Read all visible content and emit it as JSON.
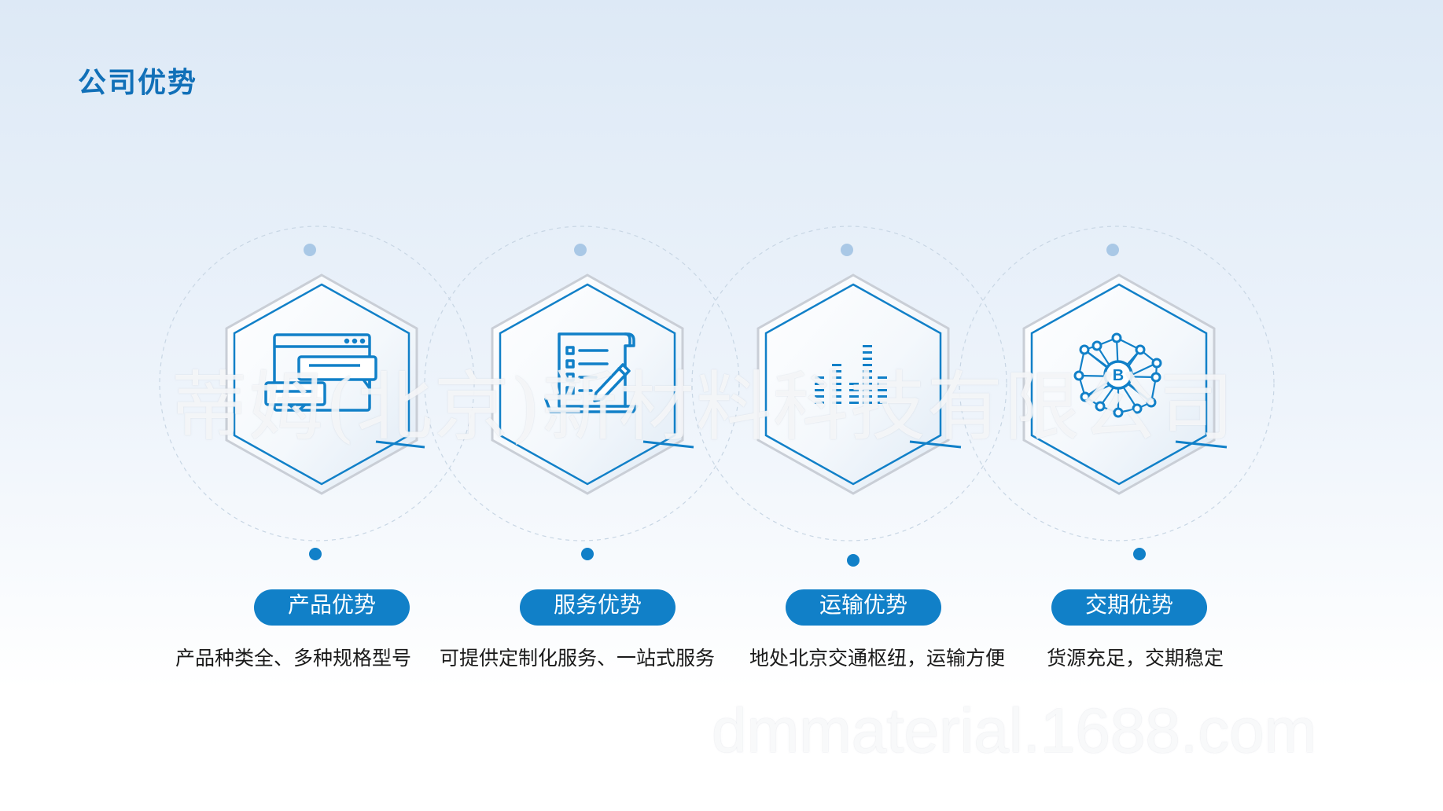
{
  "header": {
    "title": "公司优势"
  },
  "features": [
    {
      "label": "产品优势",
      "description": "产品种类全、多种规格型号",
      "icon": "browser-chat-icon"
    },
    {
      "label": "服务优势",
      "description": "可提供定制化服务、一站式服务",
      "icon": "checklist-document-icon"
    },
    {
      "label": "运输优势",
      "description": "地处北京交通枢纽，运输方便",
      "icon": "bar-equalizer-icon"
    },
    {
      "label": "交期优势",
      "description": "货源充足，交期稳定",
      "icon": "bitcoin-network-icon"
    }
  ],
  "watermarks": {
    "company": "蒂姆(北京)新材料科技有限公司",
    "url": "dmmaterial.1688.com"
  },
  "colors": {
    "accent": "#1180c8",
    "title": "#1170b8",
    "hexagon_stroke": "#1180c8",
    "hexagon_outer": "#c9ced6",
    "dot_light": "#a9c8e6",
    "dot_dark": "#1180c8"
  }
}
